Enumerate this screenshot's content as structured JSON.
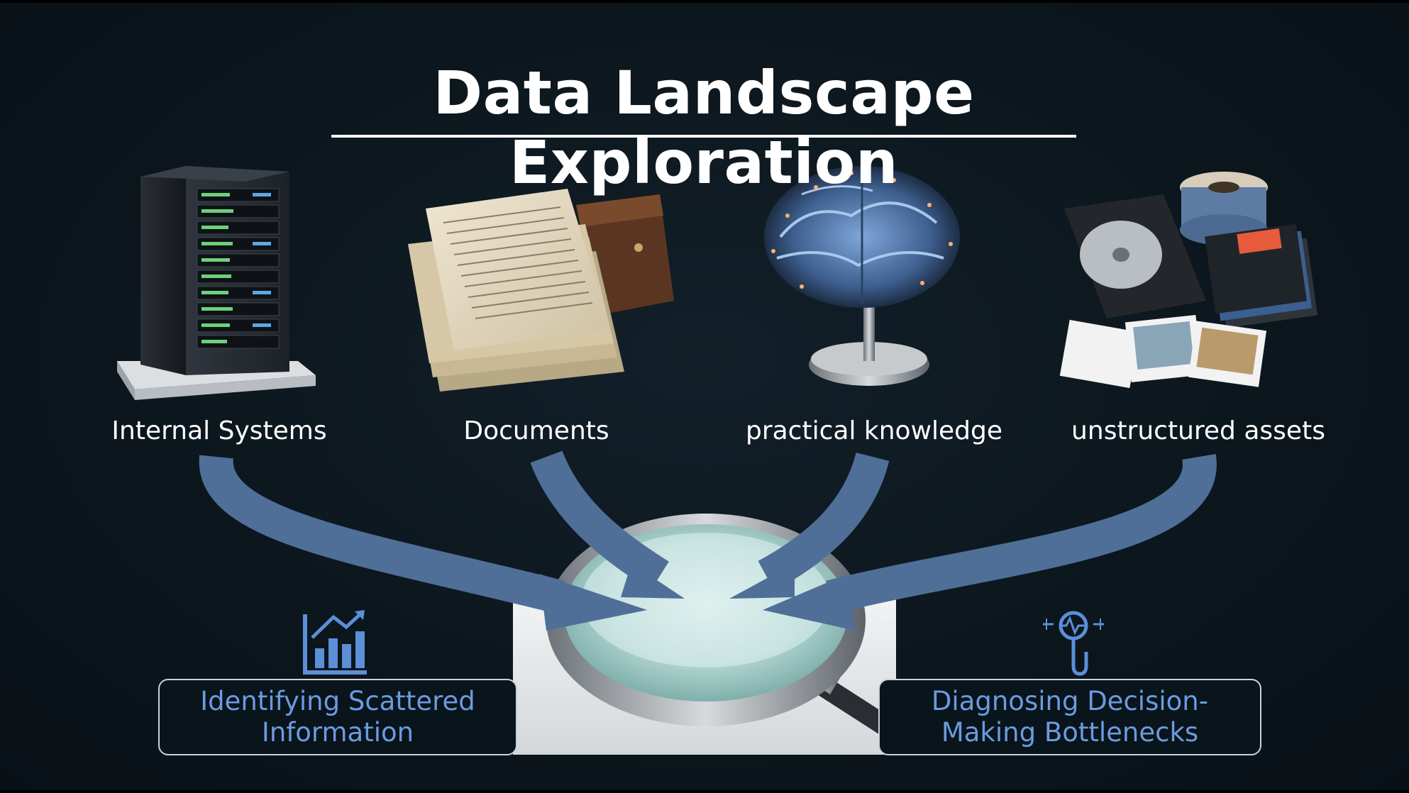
{
  "title": "Data Landscape Exploration",
  "sources": [
    {
      "label": "Internal Systems",
      "icon": "server-rack-icon"
    },
    {
      "label": "Documents",
      "icon": "documents-stack-icon"
    },
    {
      "label": "practical knowledge",
      "icon": "brain-icon"
    },
    {
      "label": "unstructured assets",
      "icon": "storage-media-icon"
    }
  ],
  "callouts": [
    {
      "line1": "Identifying Scattered",
      "line2": "Information",
      "icon": "bar-chart-trend-icon"
    },
    {
      "line1": "Diagnosing Decision-",
      "line2": "Making Bottlenecks",
      "icon": "diagnostic-probe-icon"
    }
  ],
  "center_icon": "magnifying-glass-icon",
  "colors": {
    "background": "#0c161d",
    "arrow": "#4f6f98",
    "callout_text": "#6b9be0",
    "title": "#ffffff"
  }
}
